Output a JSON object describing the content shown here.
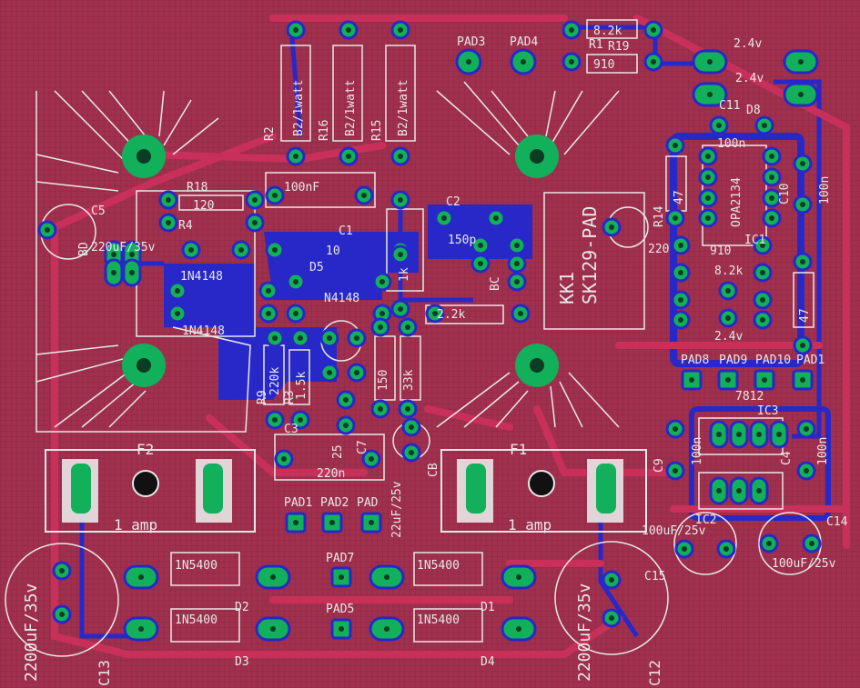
{
  "colors": {
    "board": "#a0304e",
    "trace_top": "#c8305a",
    "trace_bottom": "#2828c8",
    "pad": "#12b05a",
    "drill": "#0a3d22",
    "silk": "#e8e8e8",
    "grid": "#7a2440"
  },
  "parts": {
    "r2": "R2",
    "r16": "R16",
    "r15": "R15",
    "r2_val": "B2/1watt",
    "r16_val": "B2/1watt",
    "r15_val": "B2/1watt",
    "pad3": "PAD3",
    "pad4": "PAD4",
    "r1": "R1",
    "r1_val": "8.2k",
    "r19": "R19",
    "r19_val": "910",
    "zd_top": "2.4v",
    "zd_top2": "2.4v",
    "c11": "C11",
    "d8": "D8",
    "cap_100n_a": "100n",
    "r14": "R14",
    "r14_val": "47",
    "opa": "OPA2134",
    "c10": "C10",
    "cap_100n_b": "100n",
    "c5": "C5",
    "bd": "BD",
    "c5_val": "220uF/35v",
    "r18": "R18",
    "r18_val": "120",
    "r4": "R4",
    "c_100nf": "100nF",
    "c1": "C1",
    "c1_val": "10",
    "c2": "C2",
    "c2_val": "150p",
    "bc": "BC",
    "d5": "D5",
    "d6": "N4148",
    "d_a": "1N4148",
    "d_b": "1N4148",
    "r_1k": "1k",
    "r_22k": "2.2k",
    "kk1": "KK1",
    "kk1_val": "SK129-PAD",
    "c_220": "220",
    "r_910b": "910",
    "r_82k_b": "8.2k",
    "ic1": "IC1",
    "r_47b": "47",
    "zd_bot": "2.4v",
    "pad8": "PAD8",
    "pad9": "PAD9",
    "pad10": "PAD10",
    "pad11": "PAD1",
    "r9": "R9",
    "r9_val": "220k",
    "r3": "R3",
    "r3_val": "1.5k",
    "r_150": "150",
    "r_33k": "33k",
    "c3": "C3",
    "c_220n": "220n",
    "c7": "C7",
    "c_25": "25",
    "cb": "CB",
    "c8_val": "22uF/25v",
    "f2": "F2",
    "f2_val": "1 amp",
    "f1": "F1",
    "f1_val": "1 amp",
    "pad_a": "PAD1",
    "pad_b": "PAD2",
    "pad_c": "PAD",
    "ic3": "IC3",
    "ic3_sub": "7812",
    "c9": "C9",
    "c9_val": "100n",
    "c4": "C4",
    "c4_val": "100n",
    "ic2": "IC2",
    "c_100uf_a": "100uF/25v",
    "c14": "C14",
    "c_100uf_b": "100uF/25v",
    "c15": "C15",
    "d1": "1N5400",
    "d2": "D2",
    "d3": "1N5400",
    "d3n": "D3",
    "d1b": "1N5400",
    "d4": "1N5400",
    "d4n": "D4",
    "d1n": "D1",
    "pad7": "PAD7",
    "pad5": "PAD5",
    "c13": "C13",
    "c13_val": "2200uF/35v",
    "c12": "C12",
    "c12_val": "2200uF/35v"
  }
}
